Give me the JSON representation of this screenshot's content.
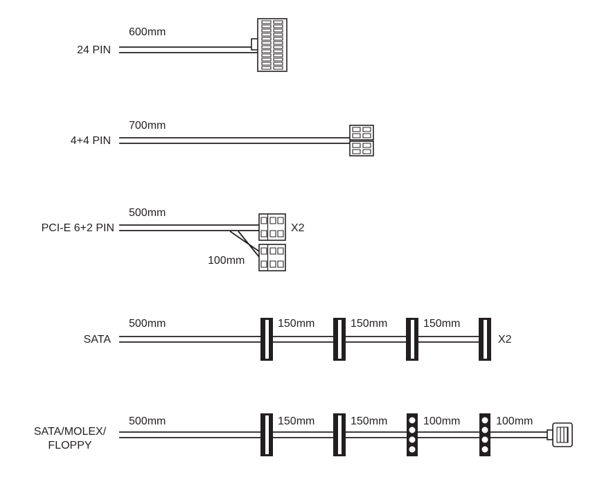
{
  "diagram": {
    "ink_color": "#231f20",
    "background_color": "#ffffff",
    "rows": [
      {
        "label": "24 PIN",
        "lengths": [
          "600mm"
        ],
        "connectors": [
          "atx-24pin"
        ]
      },
      {
        "label": "4+4 PIN",
        "lengths": [
          "700mm"
        ],
        "connectors": [
          "eps-4plus4-pin"
        ]
      },
      {
        "label": "PCI-E 6+2 PIN",
        "lengths": [
          "500mm",
          "100mm"
        ],
        "connectors": [
          "pcie-6plus2-pin",
          "pcie-6plus2-pin"
        ],
        "qty": "X2"
      },
      {
        "label": "SATA",
        "lengths": [
          "500mm",
          "150mm",
          "150mm",
          "150mm"
        ],
        "connectors": [
          "sata",
          "sata",
          "sata",
          "sata"
        ],
        "qty": "X2"
      },
      {
        "label": "SATA/MOLEX/FLOPPY",
        "label_lines": [
          "SATA/MOLEX/",
          "FLOPPY"
        ],
        "lengths": [
          "500mm",
          "150mm",
          "150mm",
          "100mm",
          "100mm"
        ],
        "connectors": [
          "sata",
          "sata",
          "molex",
          "molex",
          "floppy"
        ]
      }
    ]
  }
}
